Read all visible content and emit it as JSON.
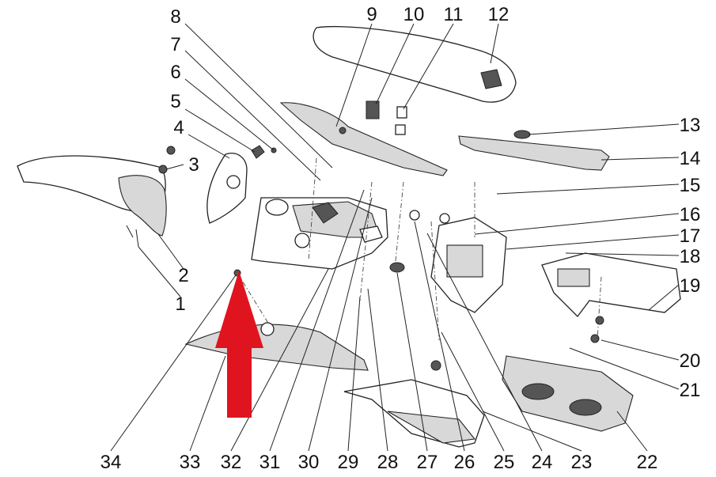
{
  "diagram": {
    "callouts": [
      "1",
      "2",
      "3",
      "4",
      "5",
      "6",
      "7",
      "8",
      "9",
      "10",
      "11",
      "12",
      "13",
      "14",
      "15",
      "16",
      "17",
      "18",
      "19",
      "20",
      "21",
      "22",
      "23",
      "24",
      "25",
      "26",
      "27",
      "28",
      "29",
      "30",
      "31",
      "32",
      "33",
      "34"
    ],
    "arrow_color": "#e0141e"
  }
}
